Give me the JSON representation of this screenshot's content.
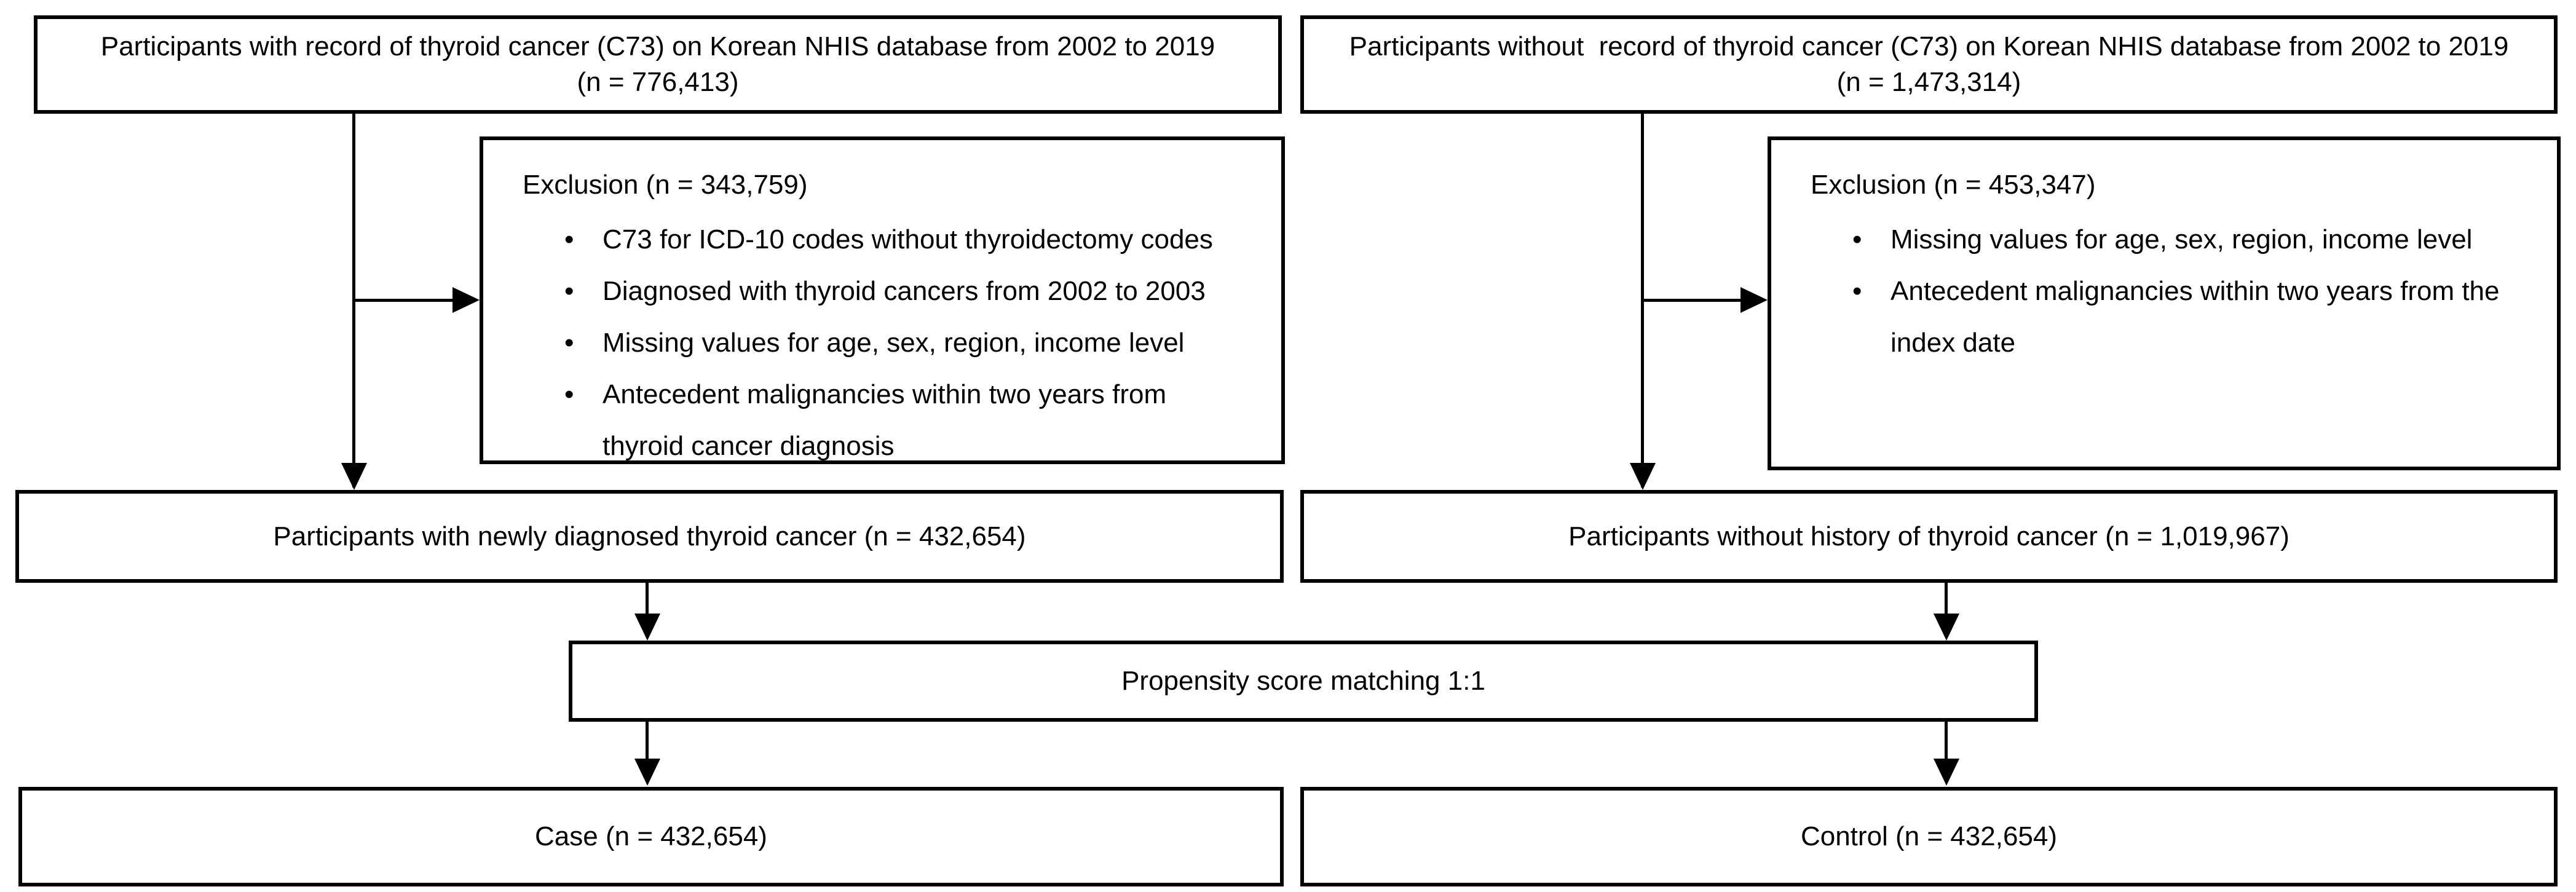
{
  "left": {
    "top_box": {
      "line1": "Participants with record of thyroid cancer (C73) on Korean NHIS database from 2002 to 2019",
      "line2": "(n = 776,413)"
    },
    "exclusion": {
      "title": "Exclusion (n = 343,759)",
      "items": [
        "C73 for ICD-10 codes without thyroidectomy codes",
        "Diagnosed with thyroid cancers from 2002 to 2003",
        "Missing values for age, sex, region, income level",
        "Antecedent malignancies within two years from thyroid cancer diagnosis"
      ]
    },
    "mid_box": "Participants with newly diagnosed thyroid cancer (n = 432,654)",
    "bottom_box": "Case (n = 432,654)"
  },
  "right": {
    "top_box": {
      "line1": "Participants without  record of thyroid cancer (C73) on Korean NHIS database from 2002 to 2019",
      "line2": "(n = 1,473,314)"
    },
    "exclusion": {
      "title": "Exclusion (n = 453,347)",
      "items": [
        "Missing values for age, sex, region, income level",
        "Antecedent malignancies within two years from the index date"
      ]
    },
    "mid_box": "Participants without history of thyroid cancer (n = 1,019,967)",
    "bottom_box": "Control (n = 432,654)"
  },
  "center": {
    "psm_box": "Propensity score matching 1:1"
  },
  "style": {
    "bullet_glyph": "•",
    "border_color": "#000000",
    "background_color": "#ffffff",
    "text_color": "#000000"
  }
}
